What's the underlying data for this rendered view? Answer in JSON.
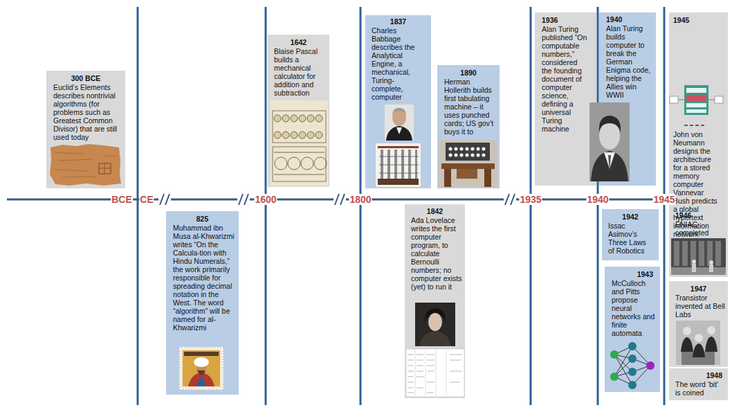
{
  "diagram": {
    "nodes": [
      {
        "text": [
          "300 BCE",
          "Euclid’s Elements describes nontrivial algorithms (for problems such as Greatest Common Divisor) that are still used today"
        ]
      },
      {
        "text": [
          "825",
          "Muhammad ibn Musa al-Khwarizmi writes “On the Calcula-tion with Hindu Numerals,” the work primarily responsible for spreading decimal notation in the West. The word “algorithm” will be named for al-Khwarizmi"
        ]
      },
      {
        "text": [
          "1642",
          "Blaise Pascal builds a mechanical calculator for addition and subtraction"
        ]
      },
      {
        "text": [
          "1837",
          "Charles Babbage describes the Analytical Engine, a mechanical, Turing-complete, computer"
        ]
      },
      {
        "text": [
          "1842",
          "Ada Lovelace writes the first computer program, to calculate Bernoulli numbers; no computer exists (yet) to run it"
        ]
      },
      {
        "text": [
          "1890",
          "Herman Hollerith builds first tabulating machine – it uses punched cards; US gov’t buys it to"
        ]
      },
      {
        "text": [
          "1936",
          "Alan Turing published “On computable numbers,” considered the founding document of computer science, defining a universal Turing machine"
        ]
      },
      {
        "text": [
          "1940",
          "Alan Turing builds computer to break the German Enigma code, helping the Allies win WWII"
        ]
      },
      {
        "text": [
          "1942",
          "Issac Asimov’s Three Laws of Robotics"
        ]
      },
      {
        "text": [
          "1943",
          "McCulloch and Pitts propose neural networks and finite automata"
        ]
      },
      {
        "text": [
          "1945",
          "John von Neumann designs the architecture for a stored memory computer",
          "Vannevar Bush predicts a global hypertext information network"
        ]
      },
      {
        "text": [
          "1946",
          "ENIAC completed"
        ]
      },
      {
        "text": [
          "1947",
          "Transistor invented at Bell Labs"
        ]
      },
      {
        "text": [
          "1948",
          "The word ‘bit’ is coined"
        ]
      }
    ],
    "labels": [
      "BCE",
      "CE",
      "1600",
      "1800",
      "1935",
      "1940",
      "1945"
    ]
  }
}
